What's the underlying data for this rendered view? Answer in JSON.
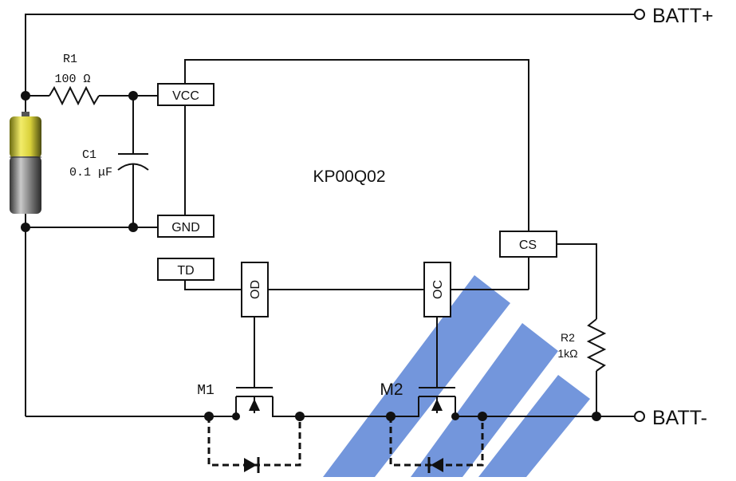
{
  "terminals": {
    "batt_plus": "BATT+",
    "batt_minus": "BATT-"
  },
  "ic": {
    "name": "KP00Q02",
    "pins": {
      "vcc": "VCC",
      "gnd": "GND",
      "td": "TD",
      "cs": "CS",
      "od": "OD",
      "oc": "OC"
    }
  },
  "components": {
    "r1": {
      "ref": "R1",
      "value": "100 Ω"
    },
    "c1": {
      "ref": "C1",
      "value": "0.1 μF"
    },
    "r2": {
      "ref": "R2",
      "value": "1kΩ"
    },
    "m1": {
      "ref": "M1"
    },
    "m2": {
      "ref": "M2"
    }
  },
  "colors": {
    "watermark": "#5b84d6",
    "battery_top": "#e8e04a",
    "battery_body": "#8a8a8a",
    "wire": "#111111"
  }
}
